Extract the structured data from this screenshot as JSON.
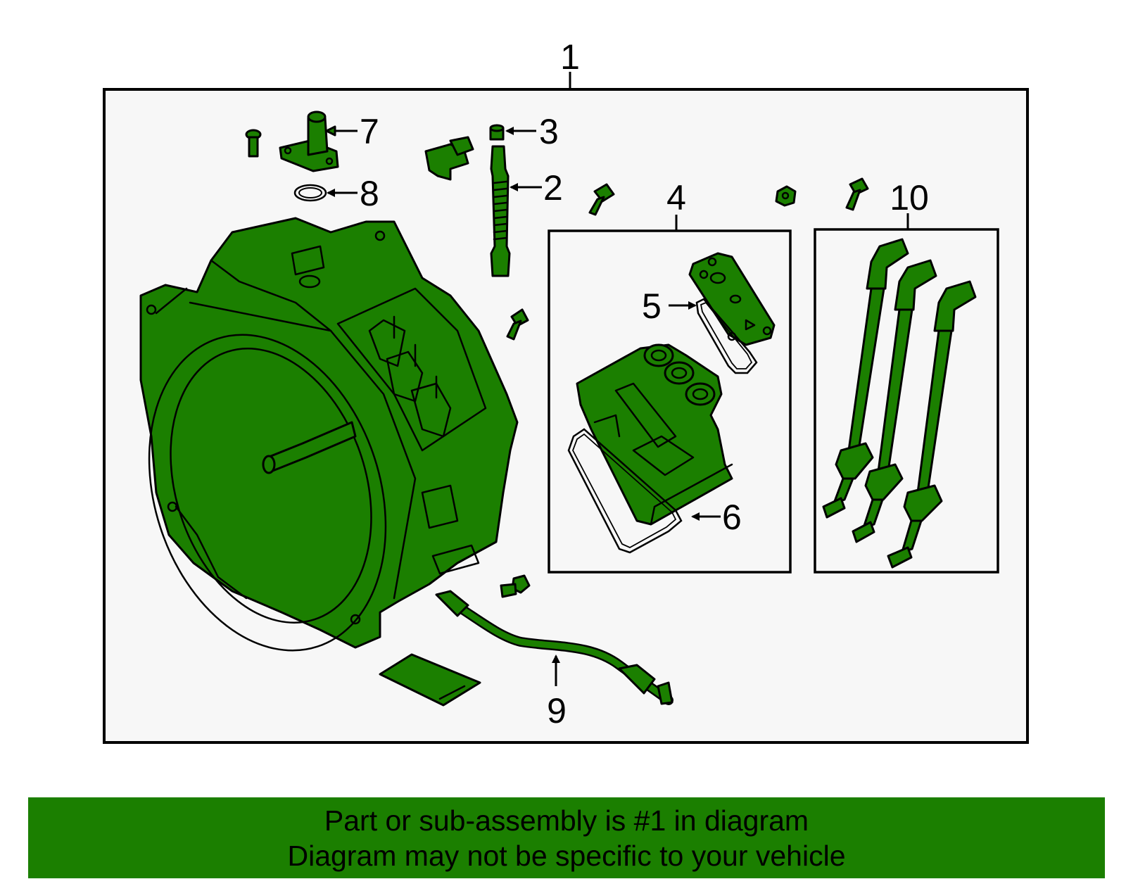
{
  "callouts": {
    "c1": "1",
    "c2": "2",
    "c3": "3",
    "c4": "4",
    "c5": "5",
    "c6": "6",
    "c7": "7",
    "c8": "8",
    "c9": "9",
    "c10": "10"
  },
  "banner": {
    "line1": "Part or sub-assembly is #1 in diagram",
    "line2": "Diagram may not be specific to your vehicle"
  },
  "colors": {
    "part_fill": "#1b7f00",
    "panel_background": "#f7f7f7",
    "banner_background": "#1b7f00",
    "outline": "#000000"
  }
}
